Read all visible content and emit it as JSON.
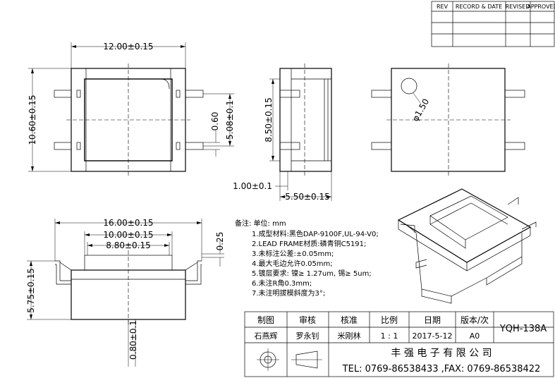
{
  "revision_table": {
    "headers": [
      "REV",
      "RECORD & DATE",
      "REVISED",
      "APPROVED"
    ]
  },
  "dimensions": {
    "top_width": "12.00±0.15",
    "top_height": "10.60±0.15",
    "pin_pitch": "5.08±0.1",
    "pin_width": "0.60",
    "side_height": "8.50±0.15",
    "side_offset": "1.00±0.1",
    "side_depth": "5.50±0.15",
    "pin_hole": "φ1.50",
    "front_overall": "16.00±0.15",
    "front_body": "10.00±0.15",
    "front_inner": "8.80±0.15",
    "front_step": "0.25",
    "front_height": "5.75±0.15",
    "front_pin_thickness": "0.80±0.1"
  },
  "notes": {
    "title": "备注: 单位: mm",
    "items": [
      "1.成型材料:黑色DAP-9100F,UL-94-V0;",
      "2.LEAD FRAME材质:磷青铜C5191;",
      "3.未标注公差:±0.05mm;",
      "4.最大毛边允许0.05mm;",
      "5.镀层要求: 镍≥ 1.27um, 锡≥ 5um;",
      "6.未注R角0.3mm;",
      "7.未注明拔模斜度为3°;"
    ]
  },
  "title_block": {
    "headers": [
      "制图",
      "审核",
      "核准",
      "比例",
      "日期",
      "版本/次"
    ],
    "values": [
      "石燕辉",
      "罗永钊",
      "米刚林",
      "1 : 1",
      "2017-5-12",
      "A0"
    ],
    "part_number": "YQH-138A",
    "company": "丰 强 电 子 有 限 公 司",
    "contact": "TEL: 0769-86538433 ,FAX: 0769-86538422"
  }
}
